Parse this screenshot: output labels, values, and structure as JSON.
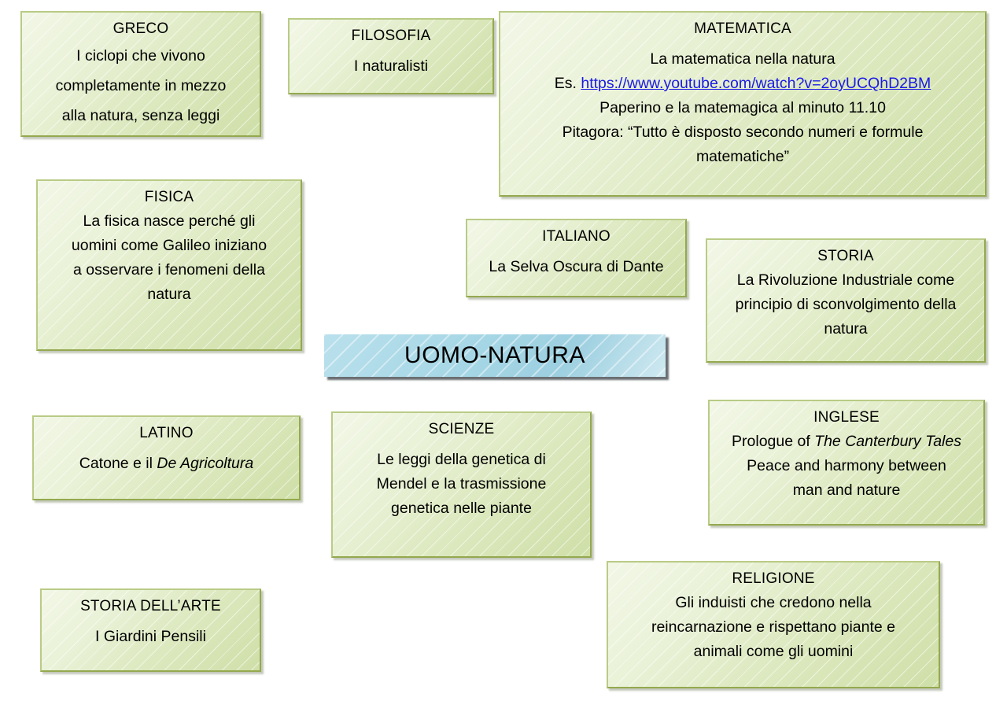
{
  "diagram": {
    "title": "UOMO-NATURA",
    "type": "concept-map",
    "background_color": "#ffffff",
    "node_fill_color": "#dde9c0",
    "node_border_color": "#94a94f",
    "center_fill_color": "#a5d6e5",
    "link_color": "#1a1ae6"
  },
  "center": {
    "label": "UOMO-NATURA"
  },
  "nodes": {
    "greco": {
      "title": "GRECO",
      "line1": "I ciclopi che vivono",
      "line2": "completamente in mezzo",
      "line3": "alla natura, senza leggi"
    },
    "filosofia": {
      "title": "FILOSOFIA",
      "line1": "I naturalisti"
    },
    "matematica": {
      "title": "MATEMATICA",
      "line1": "La matematica nella natura",
      "line2_prefix": "Es. ",
      "line2_link": "https://www.youtube.com/watch?v=2oyUCQhD2BM",
      "line3": "Paperino e la matemagica al minuto 11.10",
      "line4": "Pitagora: “Tutto è disposto secondo numeri e formule",
      "line5": "matematiche”"
    },
    "fisica": {
      "title": "FISICA",
      "line1": "La fisica nasce perché gli",
      "line2": "uomini come Galileo iniziano",
      "line3": "a osservare i fenomeni della",
      "line4": "natura"
    },
    "italiano": {
      "title": "ITALIANO",
      "line1": "La Selva Oscura di Dante"
    },
    "storia": {
      "title": "STORIA",
      "line1": "La Rivoluzione Industriale come",
      "line2": "principio di sconvolgimento della",
      "line3": "natura"
    },
    "latino": {
      "title": "LATINO",
      "line1_prefix": "Catone e il ",
      "line1_italic": "De Agricoltura"
    },
    "scienze": {
      "title": "SCIENZE",
      "line1": "Le leggi della genetica di",
      "line2": "Mendel e la trasmissione",
      "line3": "genetica nelle piante"
    },
    "inglese": {
      "title": "INGLESE",
      "line1_prefix": "Prologue of ",
      "line1_italic": "The Canterbury Tales",
      "line2": "Peace and harmony between",
      "line3": "man and nature"
    },
    "religione": {
      "title": "RELIGIONE",
      "line1": "Gli induisti che credono nella",
      "line2": "reincarnazione e rispettano piante e",
      "line3": "animali come gli uomini"
    },
    "arte": {
      "title": "STORIA DELL’ARTE",
      "line1": "I Giardini Pensili"
    }
  }
}
